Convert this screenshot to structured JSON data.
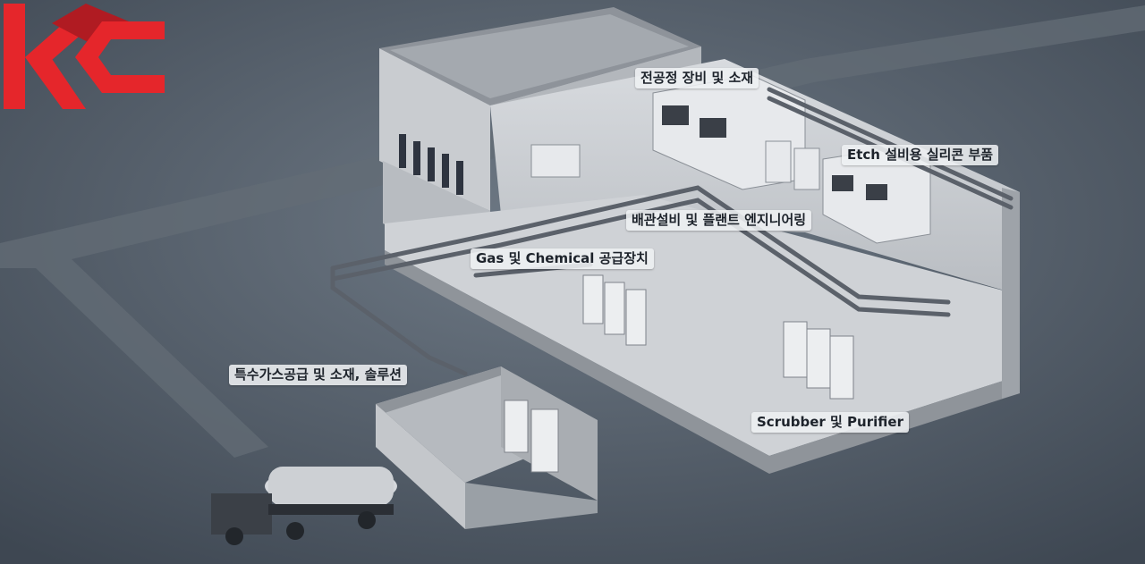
{
  "brand": {
    "logo_icon": "kc-logo-icon",
    "logo_color": "#e5262b"
  },
  "labels": {
    "front_end": "전공정 장비 및 소재",
    "etch_parts": "Etch 설비용 실리콘 부품",
    "piping": "배관설비 및 플랜트 엔지니어링",
    "gas_chemical": "Gas 및 Chemical 공급장치",
    "special_gas": "특수가스공급 및 소재, 솔루션",
    "scrubber": "Scrubber 및 Purifier"
  }
}
